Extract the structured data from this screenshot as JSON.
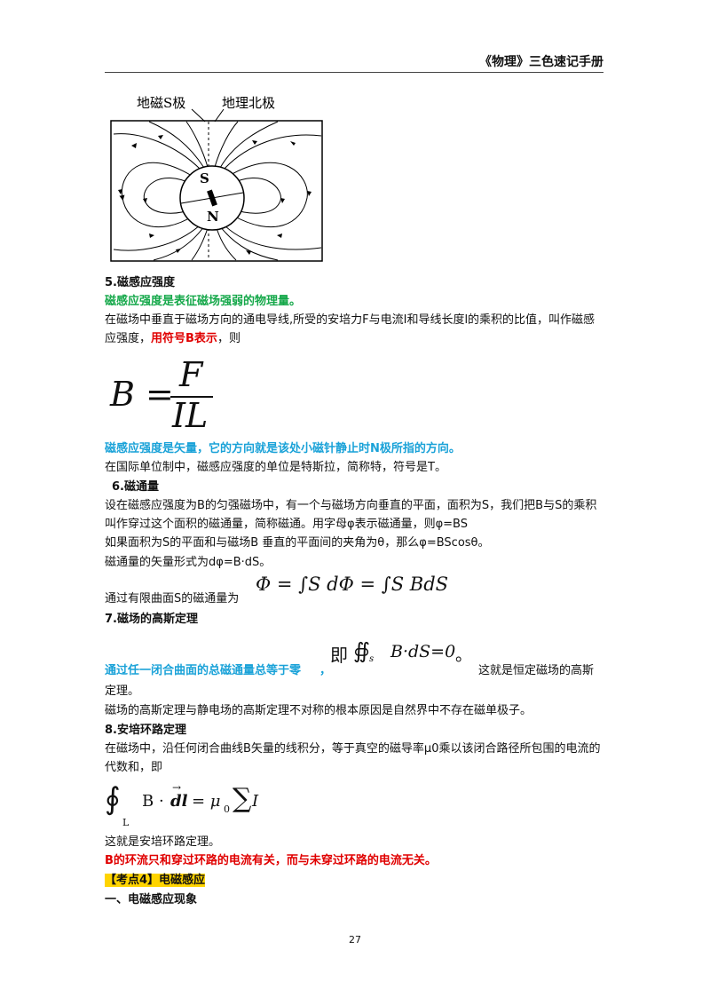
{
  "header": {
    "title": "《物理》三色速记手册"
  },
  "figure": {
    "label_s_pole": "地磁S极",
    "label_north": "地理北极",
    "needle_s": "S",
    "needle_n": "N"
  },
  "s5": {
    "title": "5.磁感应强度",
    "def": "磁感应强度是表征磁场强弱的物理量。",
    "text1": "在磁场中垂直于磁场方向的通电导线,所受的安培力F与电流I和导线长度l的乘积的比值，叫作磁感应强度，",
    "text1_red": "用符号B表示",
    "text1_end": "，则",
    "formula_lhs": "B =",
    "formula_num": "F",
    "formula_den": "IL",
    "vector": "磁感应强度是矢量，它的方向就是该处小磁针静止时N极所指的方向。",
    "unit": "在国际单位制中，磁感应强度的单位是特斯拉，简称特，符号是T。"
  },
  "s6": {
    "title": "6.磁通量",
    "text1": "设在磁感应强度为B的匀强磁场中，有一个与磁场方向垂直的平面，面积为S，我们把B与S的乘积叫作穿过这个面积的磁通量，简称磁通。用字母φ表示磁通量，则φ=BS",
    "text2": "如果面积为S的平面和与磁场B 垂直的平面间的夹角为θ，那么φ=BScosθ。",
    "text3": "磁通量的矢量形式为dφ=B·dS。",
    "text4": "通过有限曲面S的磁通量为",
    "formula": "Φ = ∫S dΦ = ∫S BdS"
  },
  "s7": {
    "title": "7.磁场的高斯定理",
    "blue": "通过任一闭合曲面的总磁通量总等于零",
    "comma": "，",
    "formula_prefix": "即",
    "formula": "B·dS=0",
    "formula_suffix": "。",
    "tail": "这就是恒定磁场的高斯",
    "tail2": "定理。",
    "text2": "磁场的高斯定理与静电场的高斯定理不对称的根本原因是自然界中不存在磁单极子。"
  },
  "s8": {
    "title": "8.安培环路定理",
    "text1": "在磁场中，沿任何闭合曲线B矢量的线积分，等于真空的磁导率μ0乘以该闭合路径所包围的电流的代数和，即",
    "formula_b": "B ·",
    "formula_dl": "dl",
    "formula_rhs": "= μ",
    "formula_sub": "0",
    "formula_i": "I",
    "formula_loop": "L",
    "text2": "这就是安培环路定理。",
    "red": "B的环流只和穿过环路的电流有关，而与未穿过环路的电流无关。"
  },
  "kaodian": "【考点4】电磁感应",
  "section1": "一、电磁感应现象",
  "page_number": "27"
}
